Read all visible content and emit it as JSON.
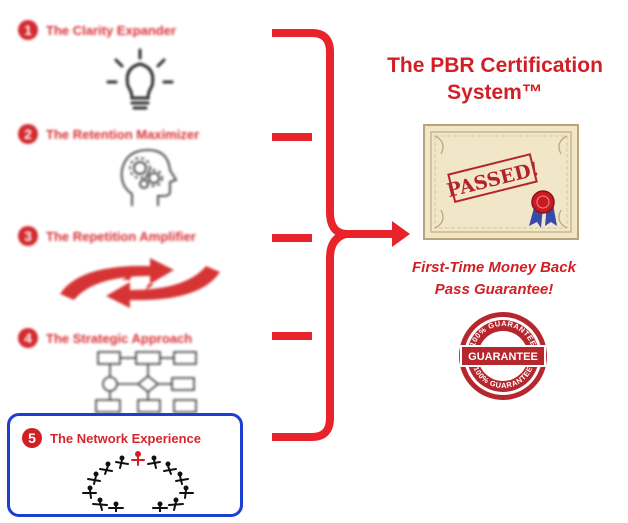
{
  "steps": [
    {
      "number": "1",
      "title": "The Clarity Expander",
      "icon": "lightbulb-icon"
    },
    {
      "number": "2",
      "title": "The Retention Maximizer",
      "icon": "head-gears-icon"
    },
    {
      "number": "3",
      "title": "The Repetition Amplifier",
      "icon": "cycle-arrows-icon"
    },
    {
      "number": "4",
      "title": "The Strategic Approach",
      "icon": "flowchart-icon"
    },
    {
      "number": "5",
      "title": "The Network Experience",
      "icon": "people-network-icon"
    }
  ],
  "result": {
    "title_line1": "The PBR Certification",
    "title_line2": "System™",
    "certificate_stamp": "PASSED!",
    "guarantee_line1": "First-Time Money Back",
    "guarantee_line2": "Pass Guarantee!",
    "seal_text_center": "GUARANTEE",
    "seal_text_ring": "100% GUARANTEE"
  },
  "colors": {
    "brand_red": "#d11f25",
    "highlight_blue": "#1d3fd1",
    "certificate_paper": "#f1e6c8"
  }
}
